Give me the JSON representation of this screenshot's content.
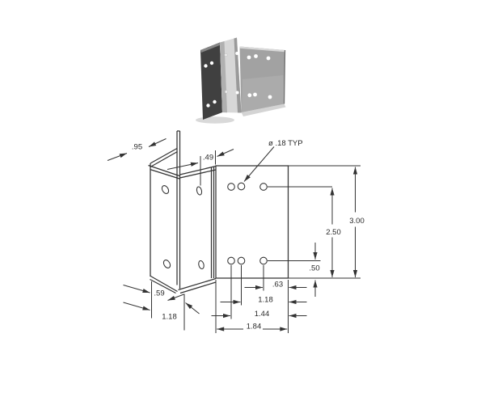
{
  "drawing": {
    "hole_callout": "ø .18 TYP",
    "dimensions": {
      "panel_top_width": ".95",
      "web_width": ".49",
      "overall_height": "3.00",
      "hole_rows_span": "2.50",
      "hole_bottom_offset": ".50",
      "hole3_from_right": ".63",
      "hole2_from_right": "1.18",
      "hole1_from_right": "1.44",
      "plate_width": "1.84",
      "left_flange_offset": ".59",
      "left_flange_depth": "1.18"
    }
  },
  "colors": {
    "line": "#333333",
    "text": "#2a2a2a",
    "panel_dark": "#404040",
    "channel_light": "#d7d7d7",
    "channel_strip": "#9a9a9a",
    "plate_gray": "#a2a2a2",
    "hole_white": "#ffffff",
    "shadow": "#d9d9d9",
    "background": "#ffffff"
  }
}
